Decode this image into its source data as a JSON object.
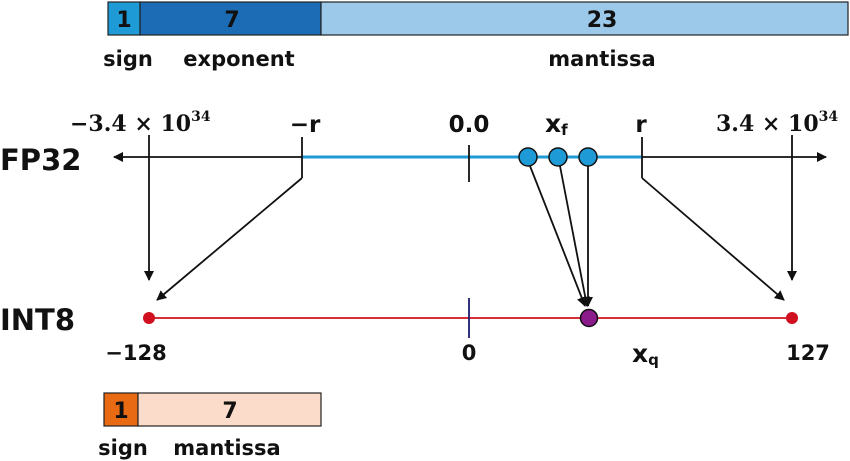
{
  "fp32_format": {
    "sign": "1",
    "exponent": "7",
    "mantissa": "23",
    "sign_label": "sign",
    "exponent_label": "exponent",
    "mantissa_label": "mantissa",
    "colors": {
      "sign": "#1e9ad6",
      "exponent": "#1b6cb5",
      "mantissa": "#9cc8ea"
    }
  },
  "int8_format": {
    "sign": "1",
    "mantissa": "7",
    "sign_label": "sign",
    "mantissa_label": "mantissa",
    "colors": {
      "sign": "#e86a12",
      "mantissa": "#fbdcca"
    }
  },
  "fp32_axis": {
    "row_label": "FP32",
    "min_mantissa": "−3.4 × 10",
    "min_exp": "34",
    "max_mantissa": "3.4 × 10",
    "max_exp": "34",
    "neg_r": "−r",
    "zero": "0.0",
    "r": "r",
    "xf_main": "x",
    "xf_sub": "f",
    "line_color": "#1e9ad6"
  },
  "int8_axis": {
    "row_label": "INT8",
    "min": "−128",
    "zero": "0",
    "max": "127",
    "xq_main": "x",
    "xq_sub": "q",
    "line_color": "#d0101e",
    "point_color": "#8b1a8b"
  }
}
